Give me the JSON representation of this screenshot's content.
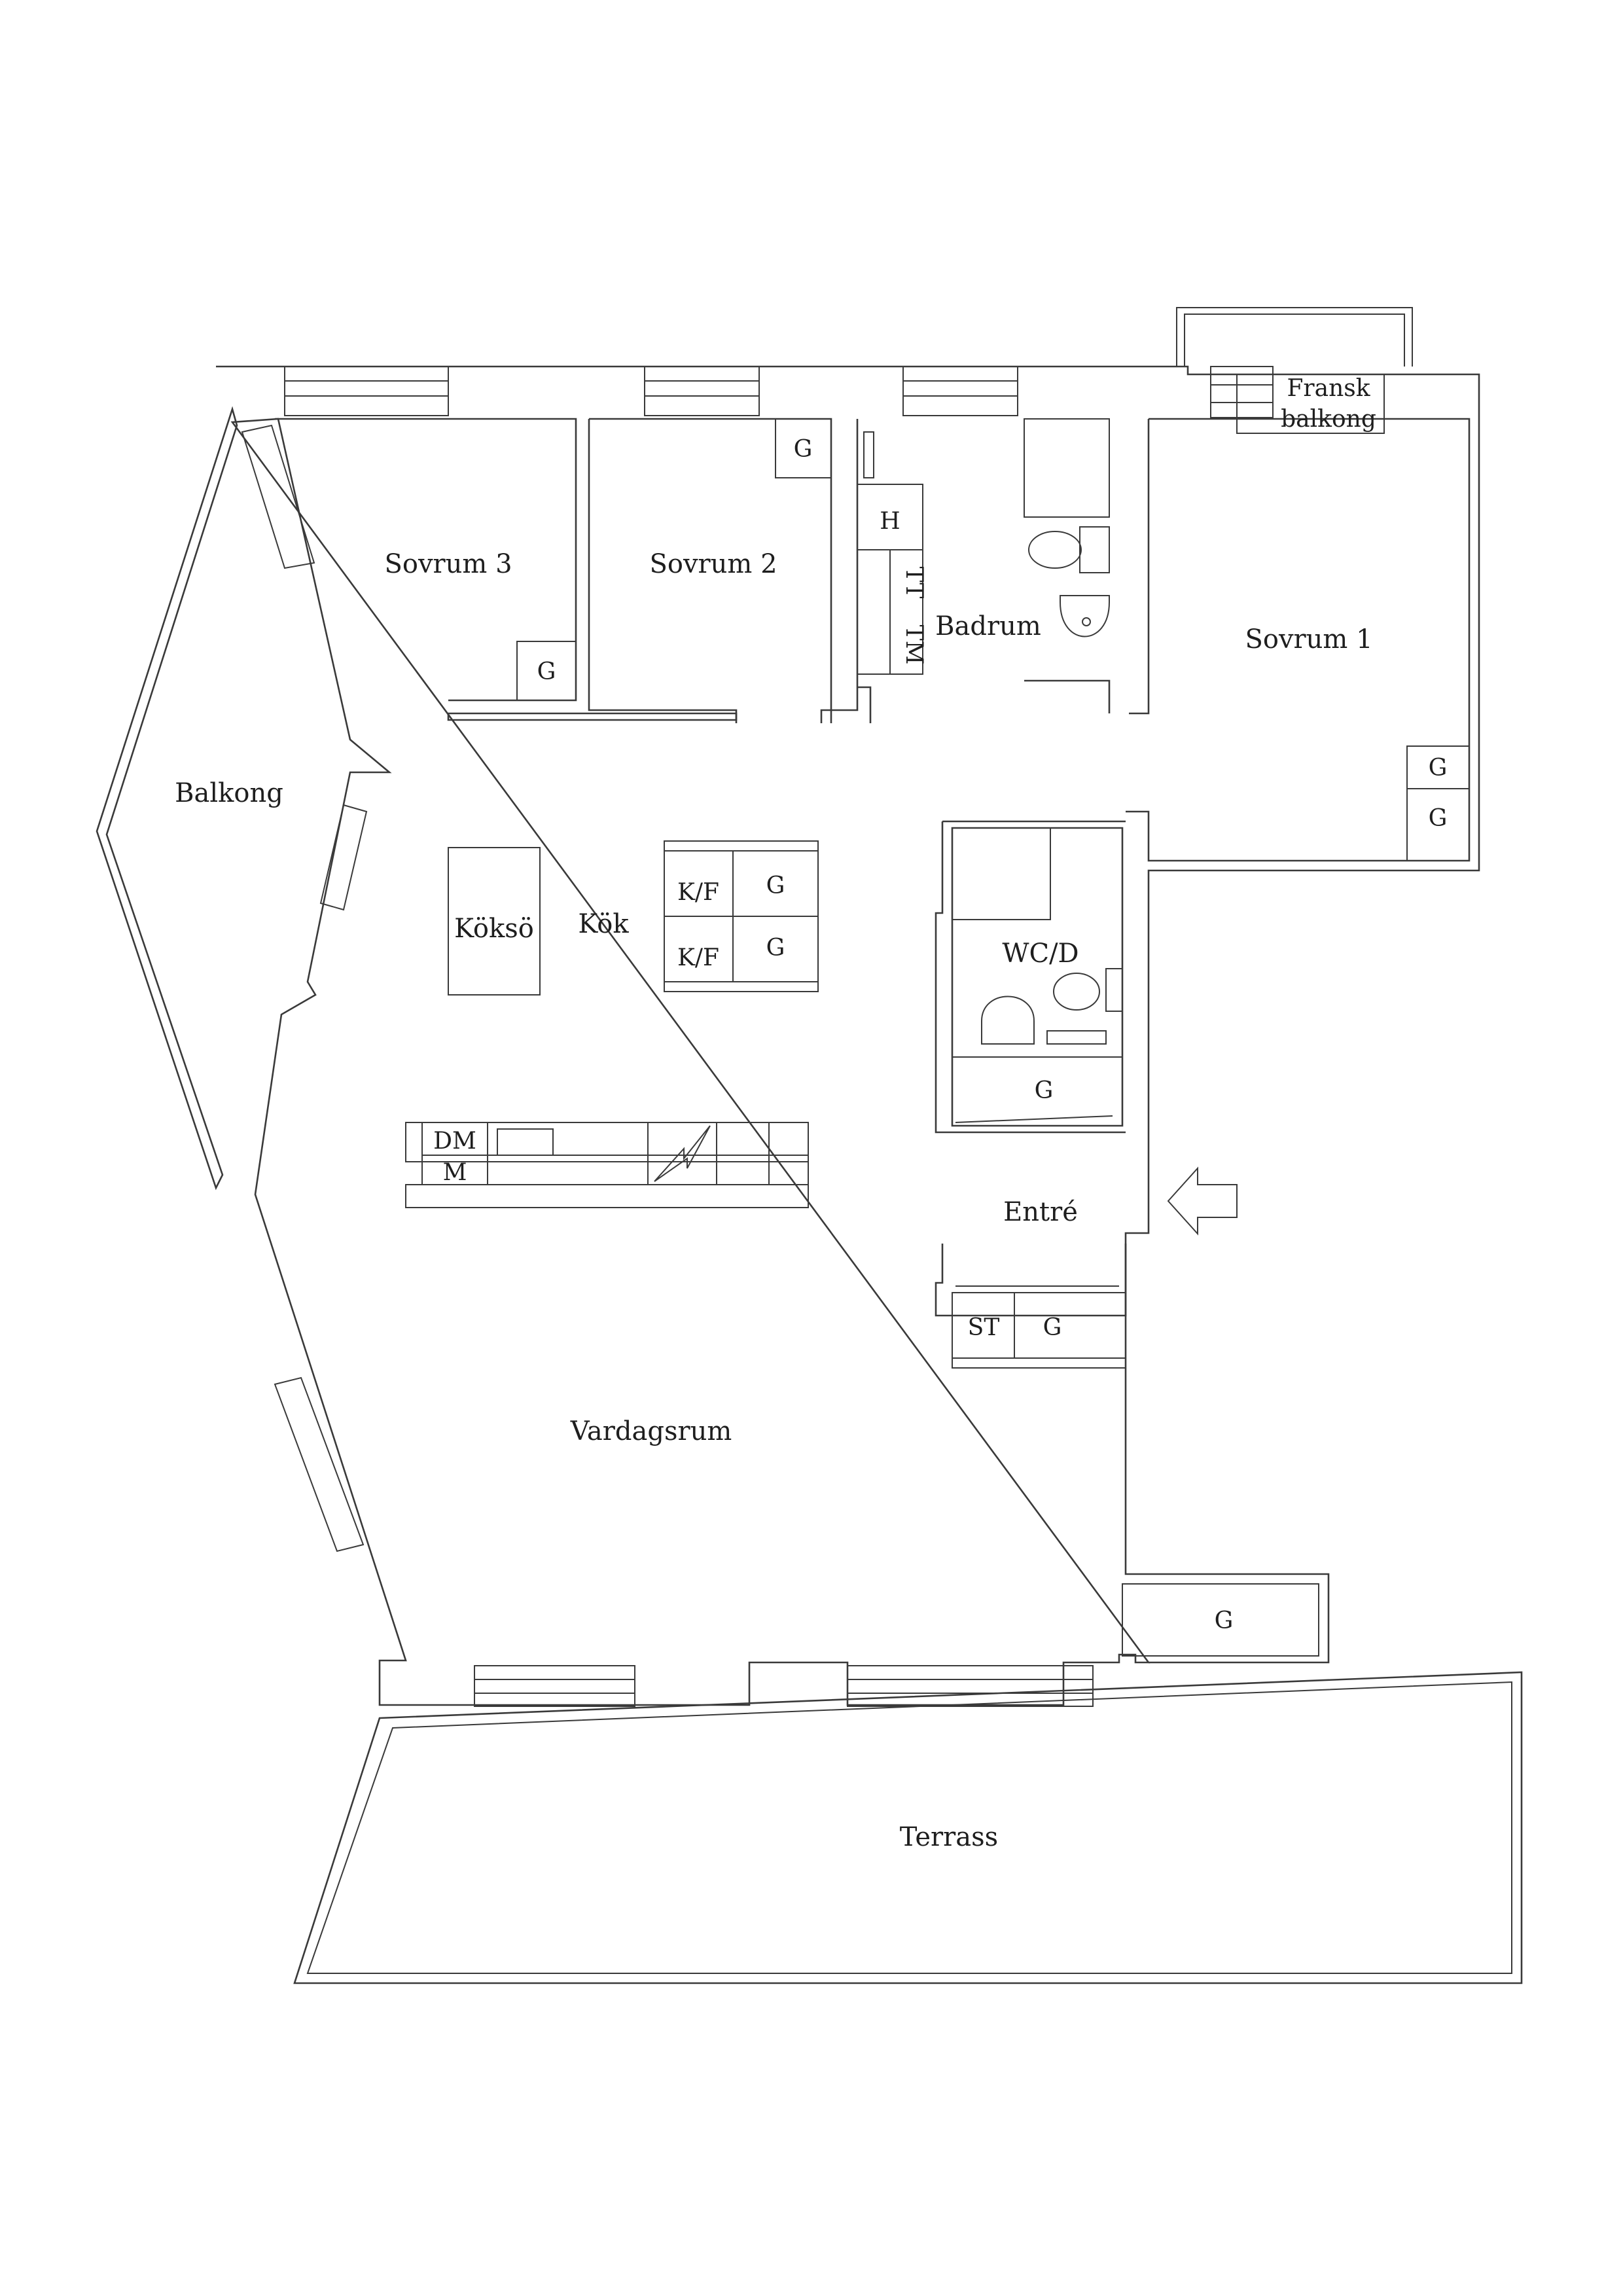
{
  "rooms": {
    "sovrum3": "Sovrum 3",
    "sovrum2": "Sovrum 2",
    "badrum": "Badrum",
    "sovrum1": "Sovrum 1",
    "fransk_balkong": [
      "Fransk",
      "balkong"
    ],
    "balkong": "Balkong",
    "kok": "Kök",
    "koksö": "Köksö",
    "wcd": "WC/D",
    "entre": "Entré",
    "vardagsrum": "Vardagsrum",
    "terrass": "Terrass"
  },
  "fixtures": {
    "closet": "G",
    "dryer_cabinet": "H",
    "dryer": "TT",
    "washer": "TM",
    "fridge_freezer": "K/F",
    "dishwasher": "DM",
    "microwave": "M",
    "stand_closet": "ST"
  }
}
